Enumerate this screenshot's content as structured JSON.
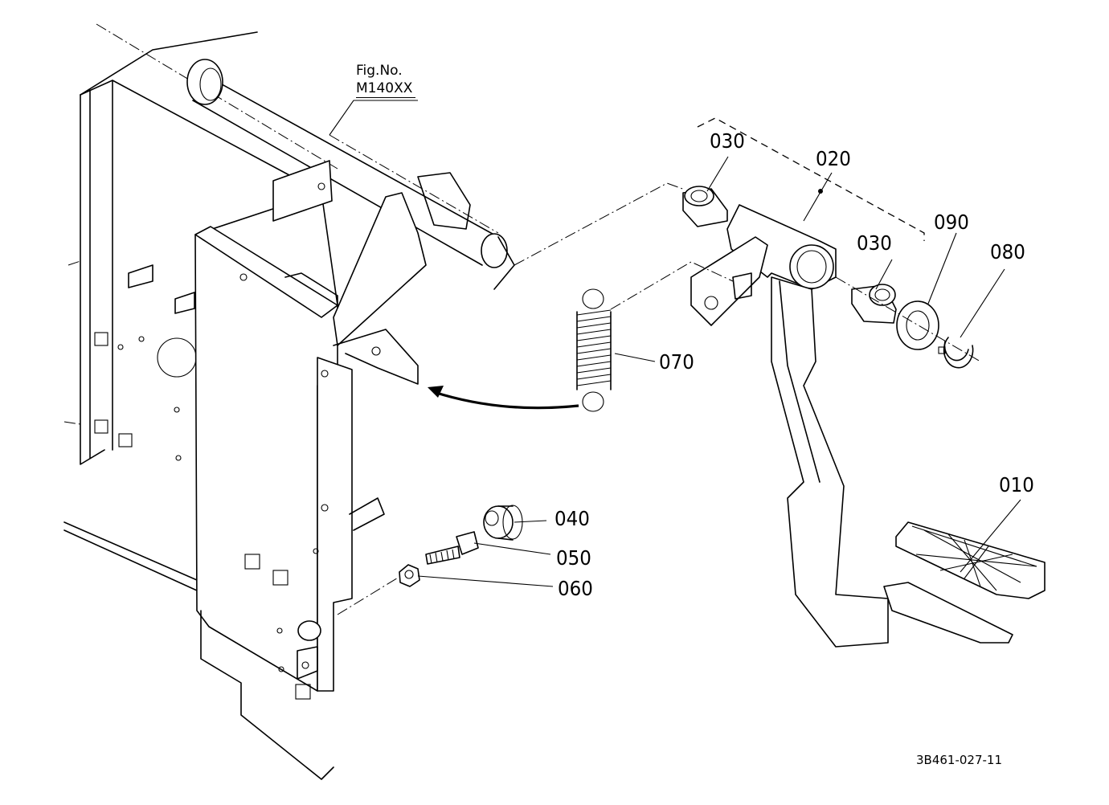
{
  "figure_ref": {
    "line1": "Fig.No.",
    "line2": "M140XX"
  },
  "callouts": {
    "c010": "010",
    "c020": "020",
    "c030a": "030",
    "c030b": "030",
    "c040": "040",
    "c050": "050",
    "c060": "060",
    "c070": "070",
    "c080": "080",
    "c090": "090"
  },
  "drawing_code": "3B461-027-11"
}
